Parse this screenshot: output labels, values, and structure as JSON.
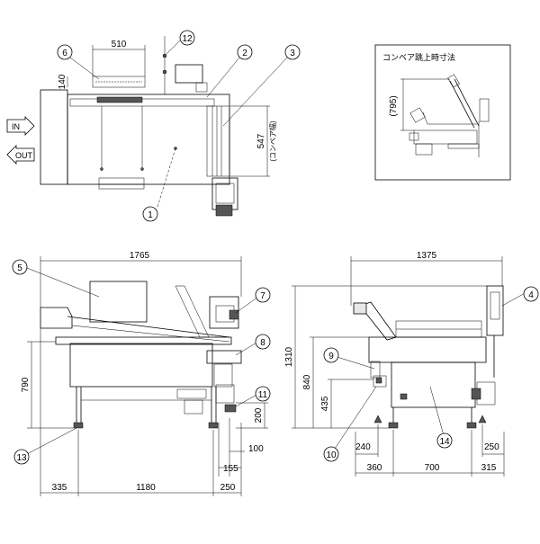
{
  "inset": {
    "title": "コンベア跳上時寸法",
    "dim_795": "(795)"
  },
  "top_view": {
    "dim_510": "510",
    "dim_140": "140",
    "dim_547": "547",
    "dim_547_note": "(コンベア幅)",
    "in_label": "IN",
    "out_label": "OUT"
  },
  "front_view": {
    "dim_1765": "1765",
    "dim_790": "790",
    "dim_200": "200",
    "dim_100": "100",
    "dim_155": "155",
    "dim_335": "335",
    "dim_1180": "1180",
    "dim_250": "250"
  },
  "side_view": {
    "dim_1375": "1375",
    "dim_1310": "1310",
    "dim_840": "840",
    "dim_435": "435",
    "dim_240": "240",
    "dim_250": "250",
    "dim_360": "360",
    "dim_700": "700",
    "dim_315": "315"
  },
  "callouts": [
    "1",
    "2",
    "3",
    "4",
    "5",
    "6",
    "7",
    "8",
    "9",
    "10",
    "11",
    "12",
    "13",
    "14"
  ]
}
